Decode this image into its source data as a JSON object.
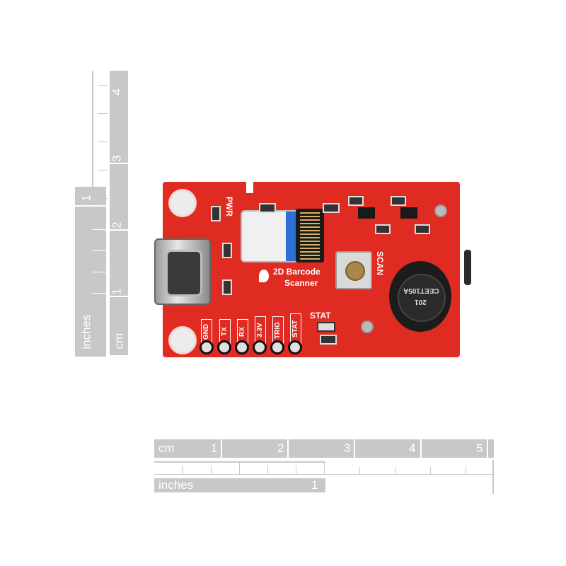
{
  "ruler_vertical": {
    "cm_unit": "cm",
    "cm_marks": [
      "1",
      "2",
      "3",
      "4"
    ],
    "inch_unit": "inches",
    "inch_marks": [
      "1"
    ]
  },
  "ruler_horizontal": {
    "cm_unit": "cm",
    "cm_marks": [
      "1",
      "2",
      "3",
      "4",
      "5"
    ],
    "inch_unit": "inches",
    "inch_marks": [
      "1"
    ]
  },
  "board": {
    "title_line1": "2D Barcode",
    "title_line2": "Scanner",
    "pwr_label": "PWR",
    "scan_label": "SCAN",
    "stat_label": "STAT",
    "pins": [
      "GND",
      "TX",
      "RX",
      "3.3V",
      "TRIG",
      "STAT"
    ],
    "buzzer_text_line1": "CEET105A",
    "buzzer_text_line2": "201",
    "colors": {
      "pcb": "#df2b22",
      "silkscreen": "#ffffff",
      "ruler": "#c8c8c8"
    }
  }
}
